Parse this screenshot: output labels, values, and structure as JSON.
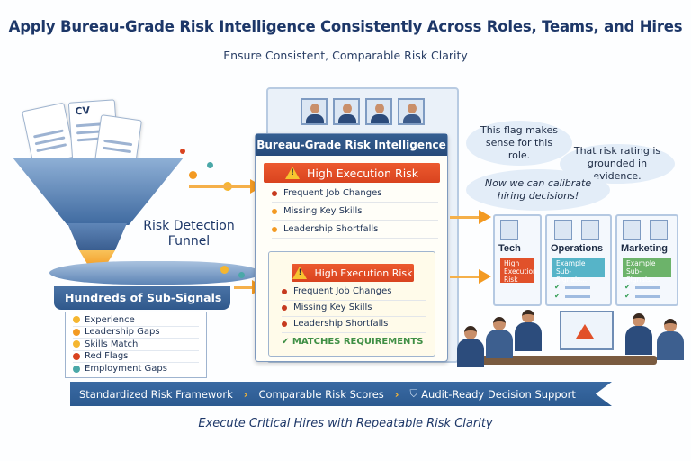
{
  "header": {
    "title": "Apply Bureau-Grade Risk Intelligence Consistently Across Roles, Teams, and Hires",
    "subtitle": "Ensure Consistent, Comparable Risk Clarity"
  },
  "funnel": {
    "doc_label": "CV",
    "label": "Risk Detection Funnel",
    "sub_signals_title": "Hundreds of Sub-Signals",
    "signals": [
      {
        "label": "Experience",
        "color": "#f5b630"
      },
      {
        "label": "Leadership Gaps",
        "color": "#f39a22"
      },
      {
        "label": "Skills Match",
        "color": "#f5b630"
      },
      {
        "label": "Red Flags",
        "color": "#d9431f"
      },
      {
        "label": "Employment Gaps",
        "color": "#4aa8a8"
      }
    ]
  },
  "intelligence_card": {
    "title": "Bureau-Grade Risk Intelligence",
    "risk_label": "High Execution Risk",
    "items": [
      "Frequent Job Changes",
      "Missing Key Skills",
      "Leadership Shortfalls"
    ],
    "inner": {
      "risk_label": "High Execution Risk",
      "items": [
        "Frequent Job Changes",
        "Missing Key Skills",
        "Leadership Shortfalls"
      ],
      "status": "MATCHES REQUIREMENTS"
    }
  },
  "bubbles": [
    "This flag makes sense for this role.",
    "That risk rating is grounded in evidence.",
    "Now we can calibrate hiring decisions!"
  ],
  "roles": [
    {
      "name": "Tech",
      "tag": "High Execution Risk",
      "color": "#e1512a"
    },
    {
      "name": "Operations",
      "tag": "Example Sub-Signals...",
      "color": "#56b4c8"
    },
    {
      "name": "Marketing",
      "tag": "Example Sub-Signals...",
      "color": "#6cb36a"
    }
  ],
  "banner": {
    "steps": [
      "Standardized Risk Framework",
      "Comparable Risk Scores",
      "Audit-Ready Decision Support"
    ]
  },
  "footer": "Execute Critical Hires with Repeatable Risk Clarity"
}
